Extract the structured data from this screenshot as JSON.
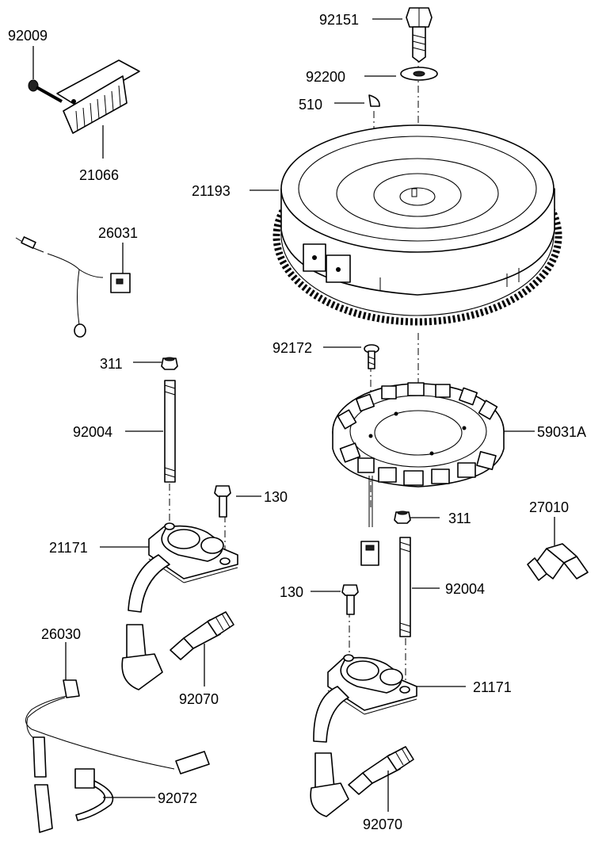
{
  "labels": {
    "bolt_top": "92151",
    "washer": "92200",
    "key": "510",
    "flywheel": "21193",
    "screw_regulator": "92009",
    "regulator": "21066",
    "lead_switch": "26031",
    "nut_left": "311",
    "stud_left": "92004",
    "bolt_left": "130",
    "coil_left": "21171",
    "harness": "26030",
    "plug_left": "92070",
    "clamp": "92072",
    "screw_stator": "92172",
    "stator": "59031A",
    "nut_right": "311",
    "sensor": "27010",
    "bolt_right": "130",
    "stud_right": "92004",
    "coil_right": "21171",
    "plug_right": "92070"
  }
}
